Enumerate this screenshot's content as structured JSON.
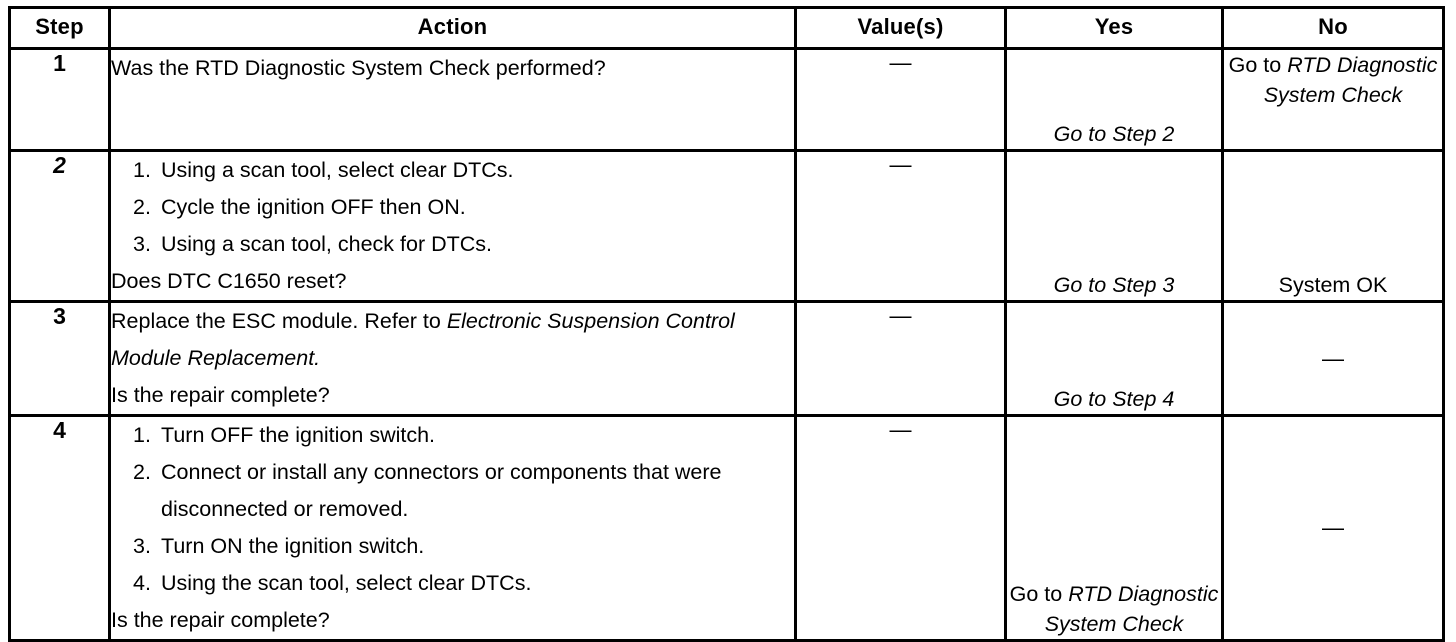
{
  "table": {
    "columns": [
      {
        "key": "step",
        "label": "Step"
      },
      {
        "key": "action",
        "label": "Action"
      },
      {
        "key": "value",
        "label": "Value(s)"
      },
      {
        "key": "yes",
        "label": "Yes"
      },
      {
        "key": "no",
        "label": "No"
      }
    ],
    "dash": "—",
    "rows": [
      {
        "step": "1",
        "step_italic": false,
        "action": {
          "intro": "Was the RTD Diagnostic System Check performed?",
          "list": [],
          "tail": ""
        },
        "value": "—",
        "yes": {
          "plain": "Go to Step 2",
          "italic": ""
        },
        "no": {
          "plain": "Go to ",
          "italic": "RTD Diagnostic System Check"
        }
      },
      {
        "step": "2",
        "step_italic": true,
        "action": {
          "intro": "",
          "list": [
            {
              "mark": "1.",
              "text": "Using a scan tool, select clear DTCs."
            },
            {
              "mark": "2.",
              "text": "Cycle the ignition OFF then ON."
            },
            {
              "mark": "3.",
              "text": "Using a scan tool, check for DTCs."
            }
          ],
          "tail": "Does DTC C1650 reset?"
        },
        "value": "—",
        "yes": {
          "plain": "Go to Step 3",
          "italic": ""
        },
        "no": {
          "plain": "System OK",
          "italic": ""
        }
      },
      {
        "step": "3",
        "step_italic": false,
        "action": {
          "intro": "Replace the ESC module. Refer to ",
          "intro_italic": "Electronic Suspension Control Module Replacement.",
          "list": [],
          "tail": "Is the repair complete?"
        },
        "value": "—",
        "yes": {
          "plain": "Go to Step 4",
          "italic": ""
        },
        "no": {
          "plain": "—",
          "italic": ""
        }
      },
      {
        "step": "4",
        "step_italic": false,
        "action": {
          "intro": "",
          "list": [
            {
              "mark": "1.",
              "text": "Turn OFF the ignition switch."
            },
            {
              "mark": "2.",
              "text": "Connect or install any connectors or components that were disconnected or removed."
            },
            {
              "mark": "3.",
              "text": "Turn ON the ignition switch."
            },
            {
              "mark": "4.",
              "text": "Using the scan tool, select clear DTCs."
            }
          ],
          "tail": "Is the repair complete?"
        },
        "value": "—",
        "yes": {
          "plain": "Go to ",
          "italic": "RTD Diagnostic System Check"
        },
        "no": {
          "plain": "—",
          "italic": ""
        }
      }
    ]
  },
  "colors": {
    "ink": "#000000",
    "paper": "#ffffff"
  }
}
